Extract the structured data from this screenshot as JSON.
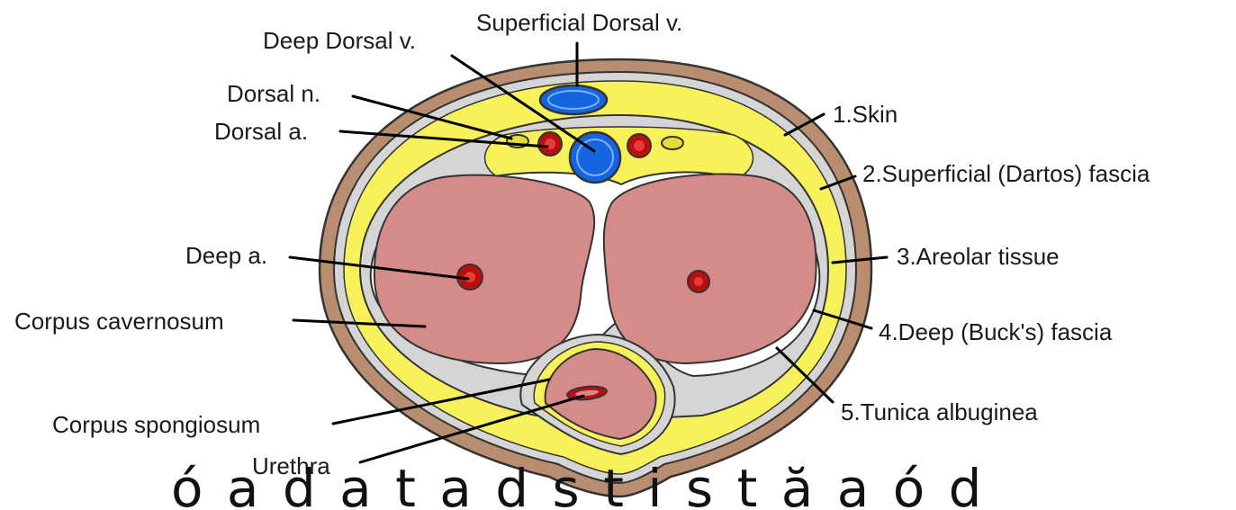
{
  "labels": {
    "superficial_dorsal_v": "Superficial Dorsal v.",
    "deep_dorsal_v": "Deep Dorsal v.",
    "dorsal_n": "Dorsal n.",
    "dorsal_a": "Dorsal a.",
    "deep_a": "Deep a.",
    "corpus_cavernosum": "Corpus cavernosum",
    "corpus_spongiosum": "Corpus spongiosum",
    "urethra": "Urethra",
    "skin": "1.Skin",
    "superficial_fascia": "2.Superficial (Dartos) fascia",
    "areolar_tissue": "3.Areolar tissue",
    "deep_fascia": "4.Deep (Buck's) fascia",
    "tunica_albuginea": "5.Tunica albuginea"
  },
  "bottom_strip_text": "ó   a   d       a   t   a   d   s   t   i   s   t   ă   a   ó   d",
  "colors": {
    "skin": "#b98d6f",
    "yellow": "#f7f25a",
    "grey": "#d5d5d5",
    "cavernosum": "#d68b8b",
    "artery": "#b80f0f",
    "vein": "#1565e0",
    "nerve": "#e3dc3b"
  }
}
